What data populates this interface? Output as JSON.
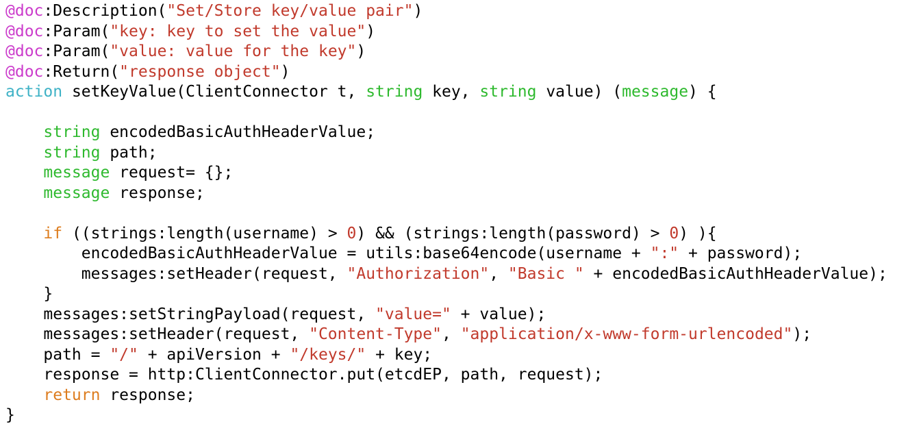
{
  "editor": {
    "background": "#ffffff",
    "language": "ballerina",
    "colors": {
      "plain": "#000000",
      "annotation": "#cb3bcb",
      "string": "#c13a2c",
      "keyword": "#dd7c1e",
      "type": "#2eb92e",
      "action_keyword": "#3fb2c6",
      "number": "#c1392b"
    },
    "code_lines": [
      {
        "tokens": [
          [
            "annotation",
            "@doc"
          ],
          [
            "plain",
            ":Description("
          ],
          [
            "string",
            "\"Set/Store key/value pair\""
          ],
          [
            "plain",
            ")"
          ]
        ]
      },
      {
        "tokens": [
          [
            "annotation",
            "@doc"
          ],
          [
            "plain",
            ":Param("
          ],
          [
            "string",
            "\"key: key to set the value\""
          ],
          [
            "plain",
            ")"
          ]
        ]
      },
      {
        "tokens": [
          [
            "annotation",
            "@doc"
          ],
          [
            "plain",
            ":Param("
          ],
          [
            "string",
            "\"value: value for the key\""
          ],
          [
            "plain",
            ")"
          ]
        ]
      },
      {
        "tokens": [
          [
            "annotation",
            "@doc"
          ],
          [
            "plain",
            ":Return("
          ],
          [
            "string",
            "\"response object\""
          ],
          [
            "plain",
            ")"
          ]
        ]
      },
      {
        "tokens": [
          [
            "action_keyword",
            "action"
          ],
          [
            "plain",
            " setKeyValue(ClientConnector t, "
          ],
          [
            "type",
            "string"
          ],
          [
            "plain",
            " key, "
          ],
          [
            "type",
            "string"
          ],
          [
            "plain",
            " value) ("
          ],
          [
            "type",
            "message"
          ],
          [
            "plain",
            ") {"
          ]
        ]
      },
      {
        "tokens": []
      },
      {
        "tokens": [
          [
            "plain",
            "    "
          ],
          [
            "type",
            "string"
          ],
          [
            "plain",
            " encodedBasicAuthHeaderValue;"
          ]
        ]
      },
      {
        "tokens": [
          [
            "plain",
            "    "
          ],
          [
            "type",
            "string"
          ],
          [
            "plain",
            " path;"
          ]
        ]
      },
      {
        "tokens": [
          [
            "plain",
            "    "
          ],
          [
            "type",
            "message"
          ],
          [
            "plain",
            " request= {};"
          ]
        ]
      },
      {
        "tokens": [
          [
            "plain",
            "    "
          ],
          [
            "type",
            "message"
          ],
          [
            "plain",
            " response;"
          ]
        ]
      },
      {
        "tokens": []
      },
      {
        "tokens": [
          [
            "plain",
            "    "
          ],
          [
            "keyword",
            "if"
          ],
          [
            "plain",
            " ((strings:length(username) > "
          ],
          [
            "number",
            "0"
          ],
          [
            "plain",
            ") && (strings:length(password) > "
          ],
          [
            "number",
            "0"
          ],
          [
            "plain",
            ") ){"
          ]
        ]
      },
      {
        "tokens": [
          [
            "plain",
            "        encodedBasicAuthHeaderValue = utils:base64encode(username + "
          ],
          [
            "string",
            "\":\""
          ],
          [
            "plain",
            " + password);"
          ]
        ]
      },
      {
        "tokens": [
          [
            "plain",
            "        messages:setHeader(request, "
          ],
          [
            "string",
            "\"Authorization\""
          ],
          [
            "plain",
            ", "
          ],
          [
            "string",
            "\"Basic \""
          ],
          [
            "plain",
            " + encodedBasicAuthHeaderValue);"
          ]
        ]
      },
      {
        "tokens": [
          [
            "plain",
            "    }"
          ]
        ]
      },
      {
        "tokens": [
          [
            "plain",
            "    messages:setStringPayload(request, "
          ],
          [
            "string",
            "\"value=\""
          ],
          [
            "plain",
            " + value);"
          ]
        ]
      },
      {
        "tokens": [
          [
            "plain",
            "    messages:setHeader(request, "
          ],
          [
            "string",
            "\"Content-Type\""
          ],
          [
            "plain",
            ", "
          ],
          [
            "string",
            "\"application/x-www-form-urlencoded\""
          ],
          [
            "plain",
            ");"
          ]
        ]
      },
      {
        "tokens": [
          [
            "plain",
            "    path = "
          ],
          [
            "string",
            "\"/\""
          ],
          [
            "plain",
            " + apiVersion + "
          ],
          [
            "string",
            "\"/keys/\""
          ],
          [
            "plain",
            " + key;"
          ]
        ]
      },
      {
        "tokens": [
          [
            "plain",
            "    response = http:ClientConnector.put(etcdEP, path, request);"
          ]
        ]
      },
      {
        "tokens": [
          [
            "plain",
            "    "
          ],
          [
            "keyword",
            "return"
          ],
          [
            "plain",
            " response;"
          ]
        ]
      },
      {
        "tokens": [
          [
            "plain",
            "}"
          ]
        ]
      }
    ]
  }
}
